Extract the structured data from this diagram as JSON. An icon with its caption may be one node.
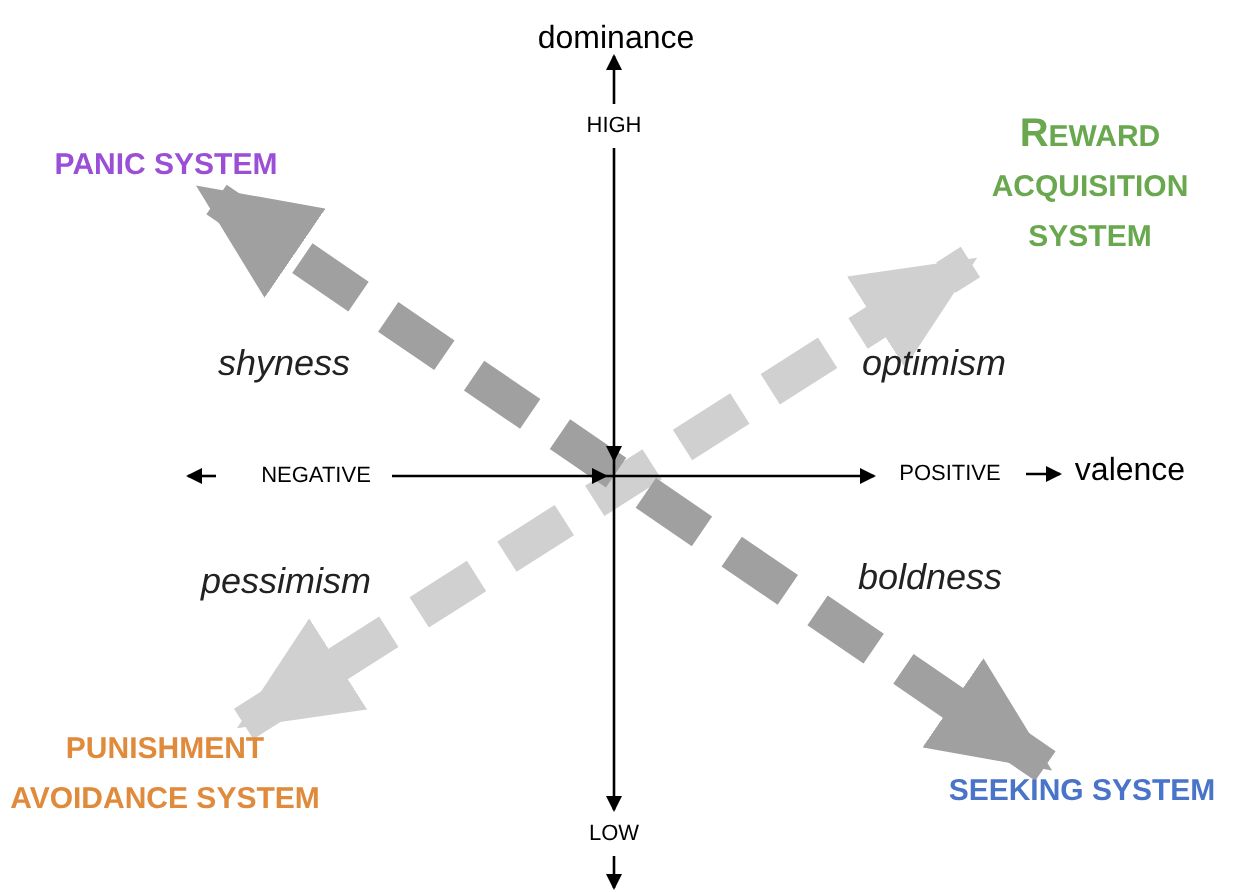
{
  "diagram": {
    "nodes": [
      {
        "text": [
          "PANIC SYSTEM"
        ]
      },
      {
        "text": [
          "REWARD ACQUISITION SYSTEM"
        ]
      },
      {
        "text": [
          "PUNISHMENT AVOIDANCE SYSTEM"
        ]
      },
      {
        "text": [
          "SEEKING SYSTEM"
        ]
      }
    ],
    "edges": [
      {
        "from": 3,
        "to": 0,
        "arrow": "both",
        "style": "dashed",
        "color": "#a0a0a0"
      },
      {
        "from": 2,
        "to": 1,
        "arrow": "both",
        "style": "dashed",
        "color": "#d0d0d0"
      }
    ],
    "labels": [
      "dominance",
      "HIGH",
      "shyness",
      "optimism",
      "NEGATIVE",
      "POSITIVE",
      "valence",
      "pessimism",
      "boldness",
      "LOW"
    ]
  }
}
